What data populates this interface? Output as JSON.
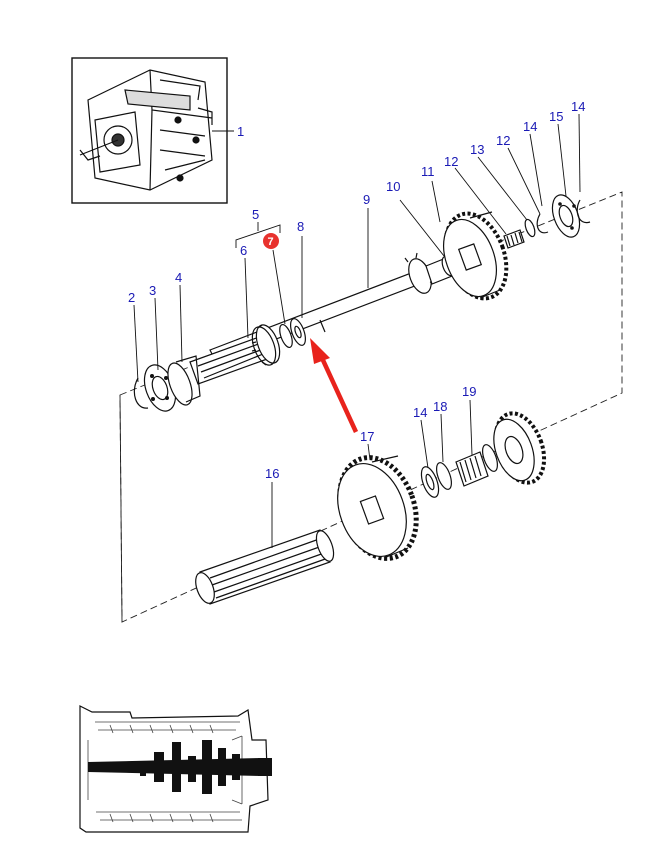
{
  "diagram": {
    "callouts": {
      "c1": "1",
      "c2": "2",
      "c3": "3",
      "c4": "4",
      "c5": "5",
      "c6": "6",
      "c7": "7",
      "c8": "8",
      "c9": "9",
      "c10": "10",
      "c11": "11",
      "c12": "12",
      "c13": "13",
      "c14a": "14",
      "c14b": "14",
      "c14c": "14",
      "c15": "15",
      "c16": "16",
      "c17": "17",
      "c18": "18",
      "c19": "19"
    },
    "highlight": {
      "callout": "7",
      "color": "#e8322e"
    },
    "pointer_arrow": {
      "color": "#e8231c",
      "target": "8"
    },
    "callout_color": "#1a1ab5"
  }
}
